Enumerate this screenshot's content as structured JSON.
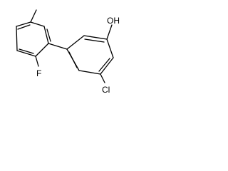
{
  "molecule": {
    "atom_labels": {
      "hydroxyl": "OH",
      "chloro": "Cl",
      "fluoro": "F"
    },
    "colors": {
      "bond": "#000000",
      "label": "#000000",
      "background": "#ffffff"
    }
  }
}
